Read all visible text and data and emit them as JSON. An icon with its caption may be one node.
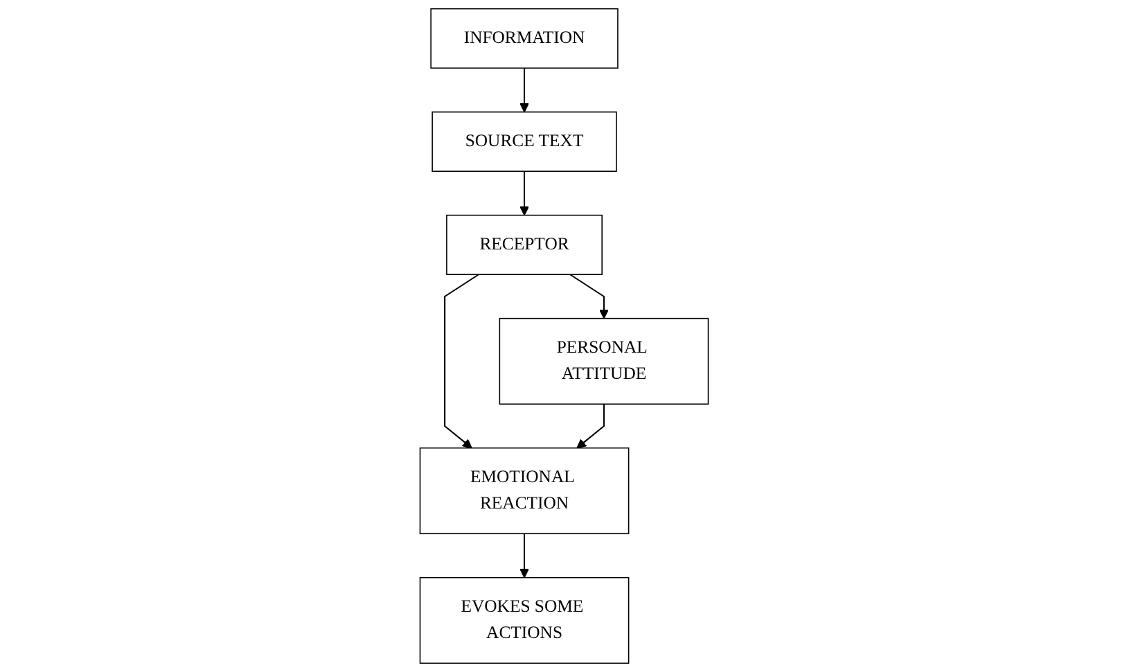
{
  "diagram": {
    "nodes": [
      {
        "text": [
          "INFORMATION"
        ]
      },
      {
        "text": [
          "SOURCE TEXT"
        ]
      },
      {
        "text": [
          "RECEPTOR"
        ]
      },
      {
        "text": [
          "PERSONAL ATTITUDE"
        ]
      },
      {
        "text": [
          "EMOTIONAL REACTION"
        ]
      },
      {
        "text": [
          "EVOKES SOME ACTIONS"
        ]
      }
    ],
    "edges": [
      {
        "from": 0,
        "to": 1,
        "arrow": "to"
      },
      {
        "from": 1,
        "to": 2,
        "arrow": "to"
      },
      {
        "from": 2,
        "to": 3,
        "arrow": "to"
      },
      {
        "from": 2,
        "to": 4,
        "arrow": "to"
      },
      {
        "from": 3,
        "to": 4,
        "arrow": "to"
      },
      {
        "from": 4,
        "to": 5,
        "arrow": "to"
      }
    ]
  }
}
